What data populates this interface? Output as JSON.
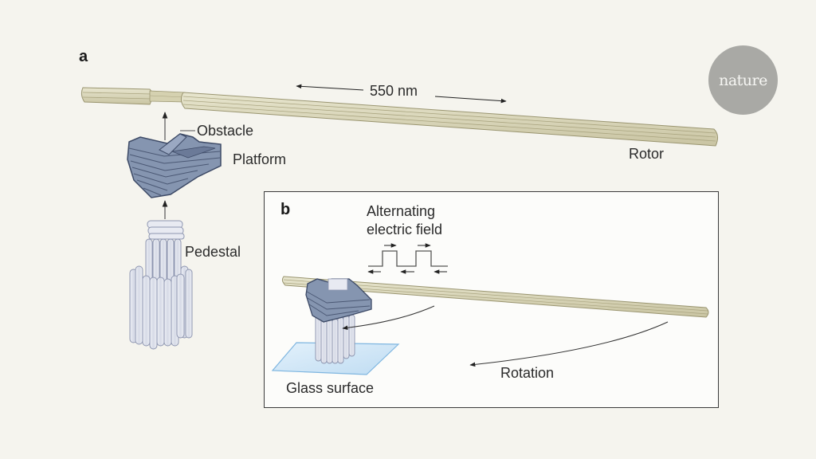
{
  "figure": {
    "panel_a": {
      "letter": "a",
      "scale_label": "550 nm",
      "labels": {
        "obstacle": "Obstacle",
        "platform": "Platform",
        "pedestal": "Pedestal",
        "rotor": "Rotor"
      }
    },
    "panel_b": {
      "letter": "b",
      "field_label_line1": "Alternating",
      "field_label_line2": "electric field",
      "labels": {
        "glass_surface": "Glass surface",
        "rotation": "Rotation"
      }
    },
    "logo": {
      "text": "nature"
    },
    "colors": {
      "background": "#f5f4ee",
      "rotor": "#d8d5b8",
      "rotor_outline": "#9a9570",
      "platform": "#7f8fab",
      "platform_outline": "#3d4a66",
      "pedestal": "#dfe2ec",
      "pedestal_outline": "#8e96b0",
      "glass": "#cfe6f7",
      "glass_outline": "#7fb6e0",
      "logo": "#a9a9a5"
    }
  }
}
